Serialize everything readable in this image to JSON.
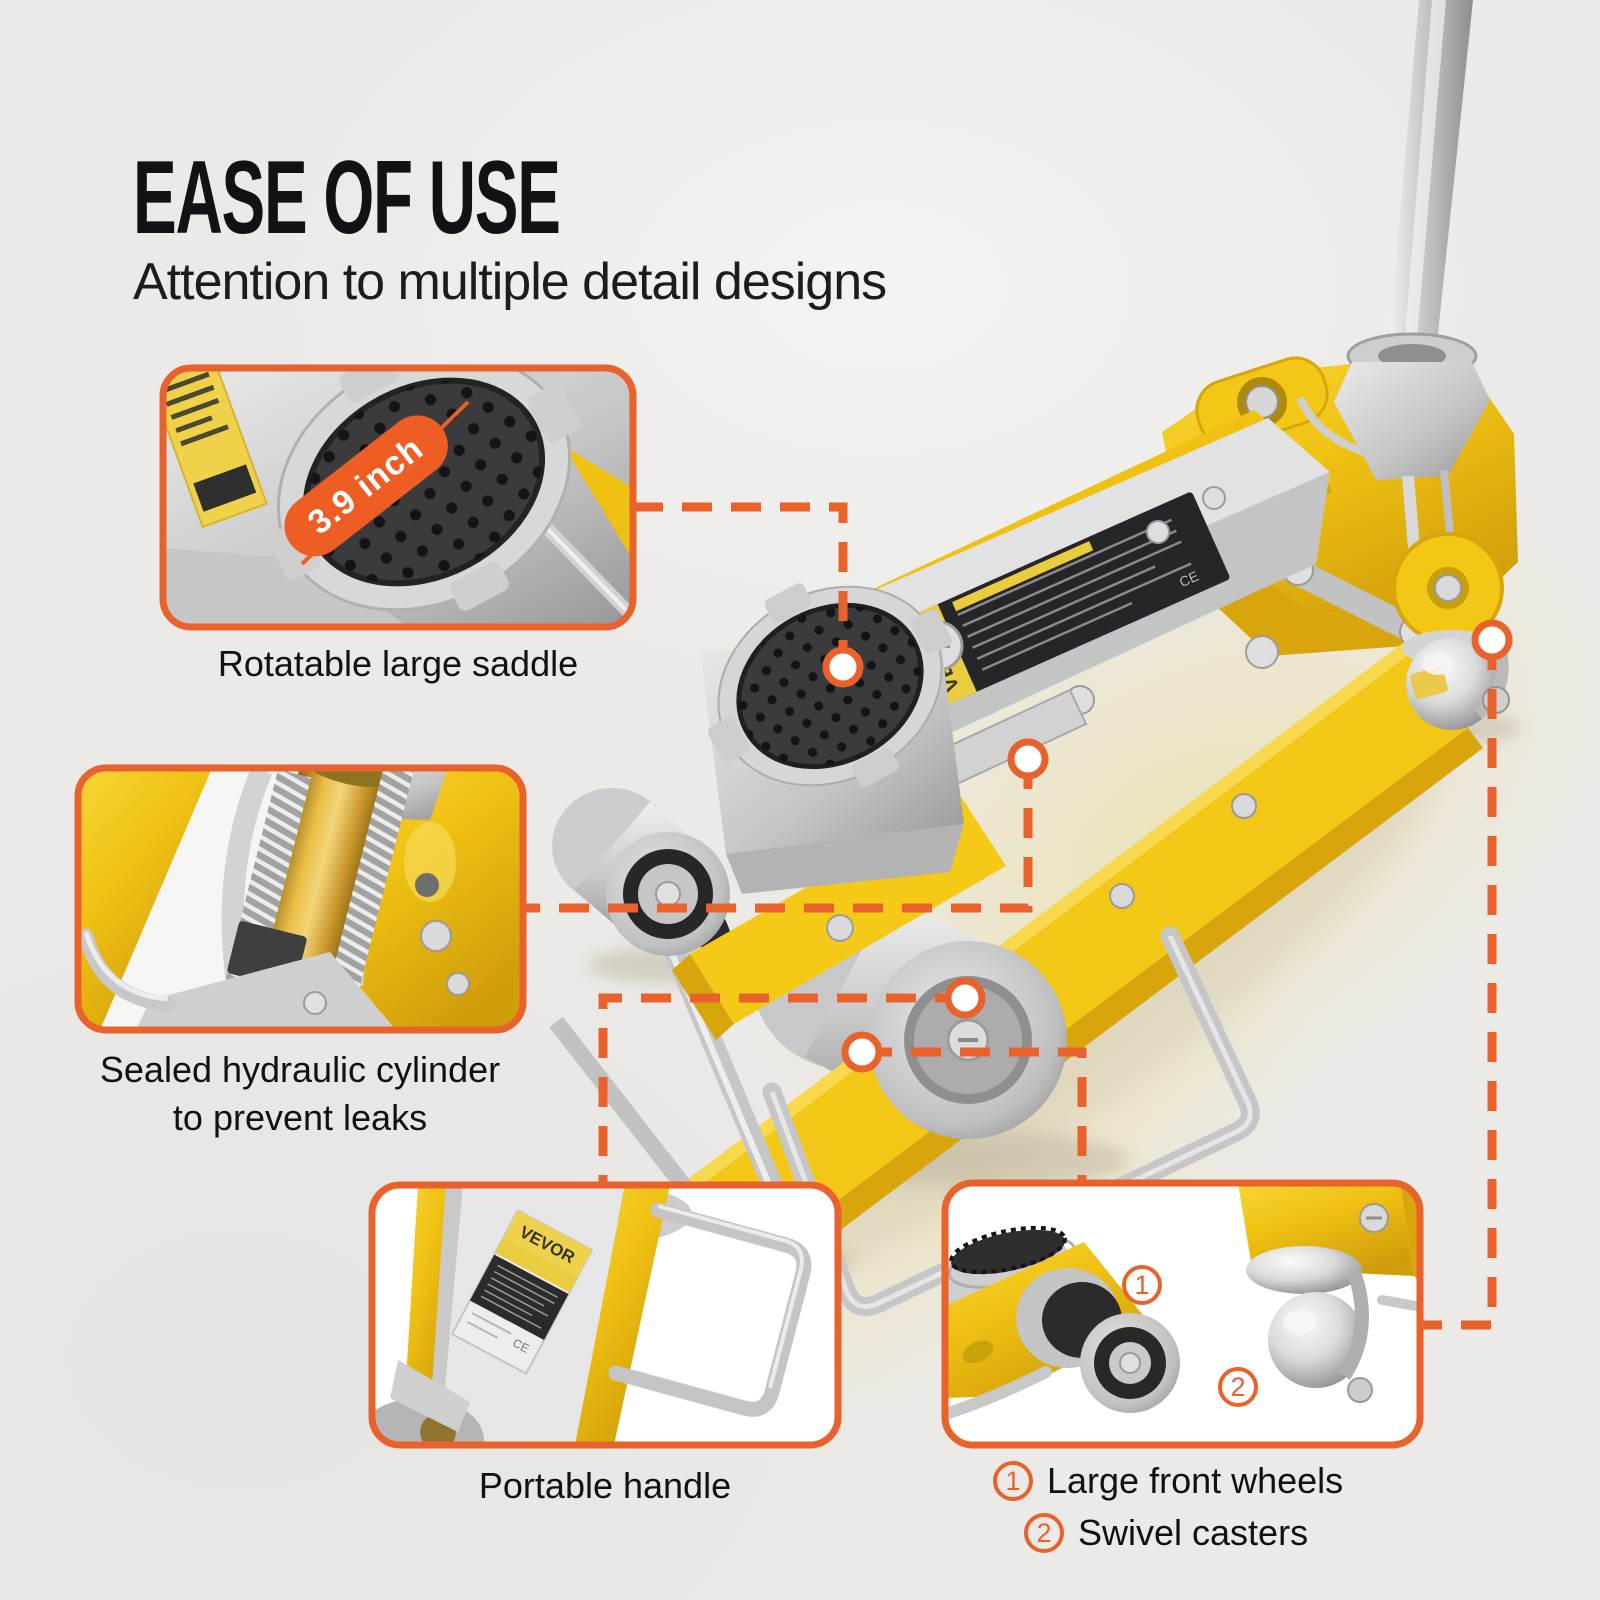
{
  "page": {
    "background_color": "#ECEAE7",
    "accent_color": "#E9622B",
    "badge_color": "#ED5D24",
    "product_yellow": "#EFC113",
    "product_silver": "#C9C9C9"
  },
  "header": {
    "title": "EASE OF USE",
    "subtitle": "Attention to multiple detail designs"
  },
  "brand": {
    "label": "VEVOR"
  },
  "callouts": {
    "saddle": {
      "badge": "3.9 inch",
      "caption": "Rotatable large saddle"
    },
    "cylinder": {
      "line1": "Sealed hydraulic cylinder",
      "line2": "to prevent leaks"
    },
    "handle": {
      "caption": "Portable handle"
    },
    "wheels": {
      "items": [
        {
          "num": "1",
          "label": "Large front wheels"
        },
        {
          "num": "2",
          "label": "Swivel casters"
        }
      ]
    }
  }
}
